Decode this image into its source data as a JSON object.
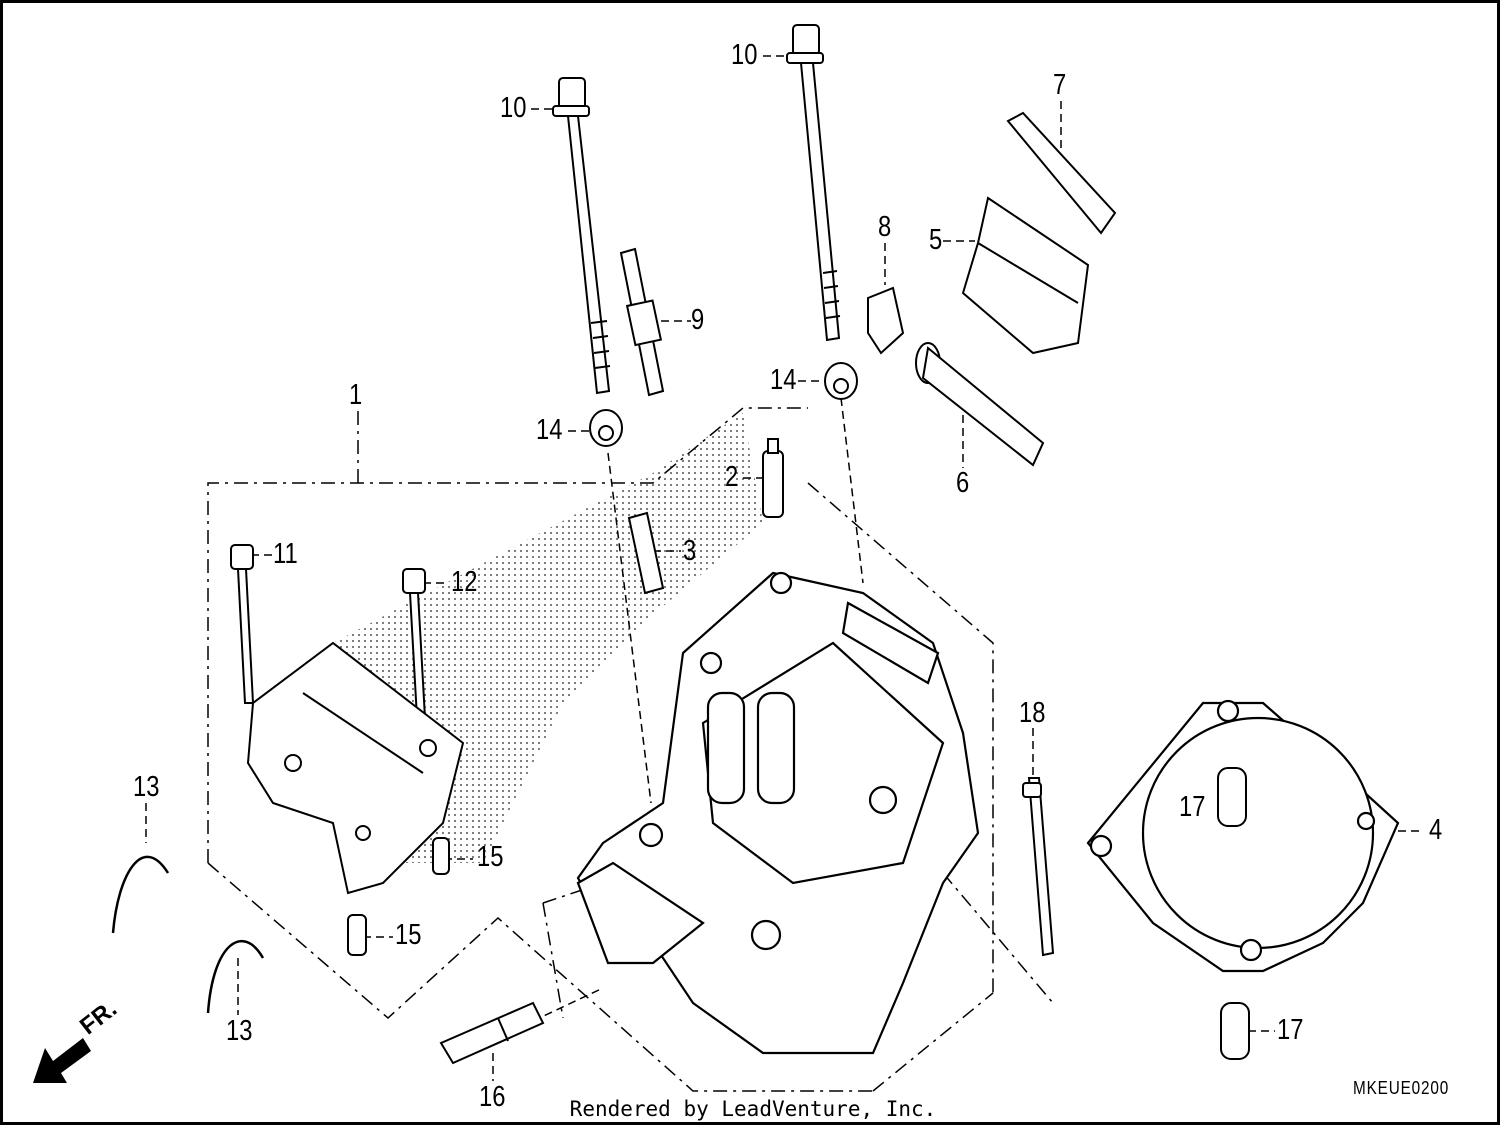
{
  "diagram": {
    "callouts": [
      {
        "id": "1",
        "label": "1"
      },
      {
        "id": "2",
        "label": "2"
      },
      {
        "id": "3",
        "label": "3"
      },
      {
        "id": "4",
        "label": "4"
      },
      {
        "id": "5",
        "label": "5"
      },
      {
        "id": "6",
        "label": "6"
      },
      {
        "id": "7",
        "label": "7"
      },
      {
        "id": "8",
        "label": "8"
      },
      {
        "id": "9",
        "label": "9"
      },
      {
        "id": "10a",
        "label": "10"
      },
      {
        "id": "10b",
        "label": "10"
      },
      {
        "id": "11",
        "label": "11"
      },
      {
        "id": "12",
        "label": "12"
      },
      {
        "id": "13a",
        "label": "13"
      },
      {
        "id": "13b",
        "label": "13"
      },
      {
        "id": "14a",
        "label": "14"
      },
      {
        "id": "14b",
        "label": "14"
      },
      {
        "id": "15a",
        "label": "15"
      },
      {
        "id": "15b",
        "label": "15"
      },
      {
        "id": "16",
        "label": "16"
      },
      {
        "id": "17a",
        "label": "17"
      },
      {
        "id": "17b",
        "label": "17"
      },
      {
        "id": "18",
        "label": "18"
      }
    ],
    "direction_label": "FR.",
    "diagram_code": "MKEUE0200",
    "footer": "Rendered by LeadVenture, Inc."
  }
}
